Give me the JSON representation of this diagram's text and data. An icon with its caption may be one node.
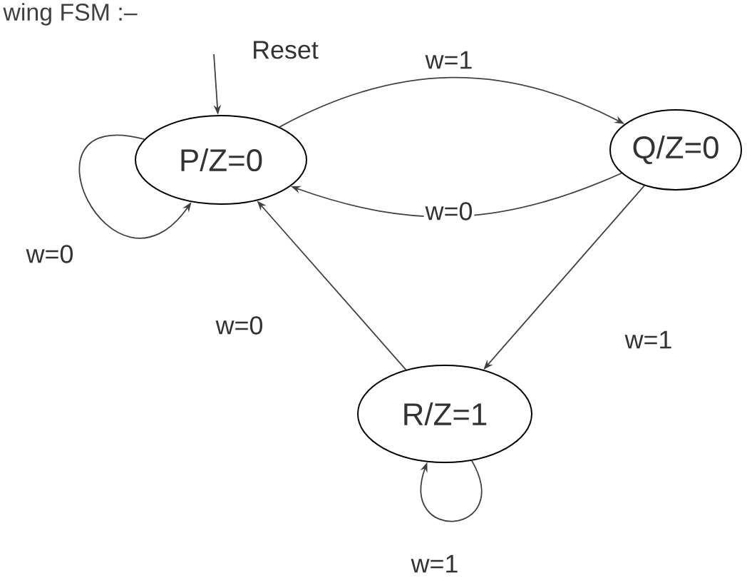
{
  "diagram": {
    "nodes": [
      {
        "text": [
          "P/Z=0"
        ]
      },
      {
        "text": [
          "Q/Z=0"
        ]
      },
      {
        "text": [
          "R/Z=1"
        ]
      }
    ],
    "edges": [
      {
        "from": null,
        "to": 0,
        "arrow": "to",
        "label": "Reset"
      },
      {
        "from": 0,
        "to": 0,
        "arrow": "to",
        "label": "w=0"
      },
      {
        "from": 0,
        "to": 1,
        "arrow": "to",
        "label": "w=1"
      },
      {
        "from": 1,
        "to": 0,
        "arrow": "to",
        "label": "w=0"
      },
      {
        "from": 1,
        "to": 2,
        "arrow": "to",
        "label": "w=1"
      },
      {
        "from": 2,
        "to": 0,
        "arrow": "to",
        "label": "w=0"
      },
      {
        "from": 2,
        "to": 2,
        "arrow": "to",
        "label": "w=1"
      }
    ],
    "labels": [
      "wing FSM :–"
    ]
  }
}
